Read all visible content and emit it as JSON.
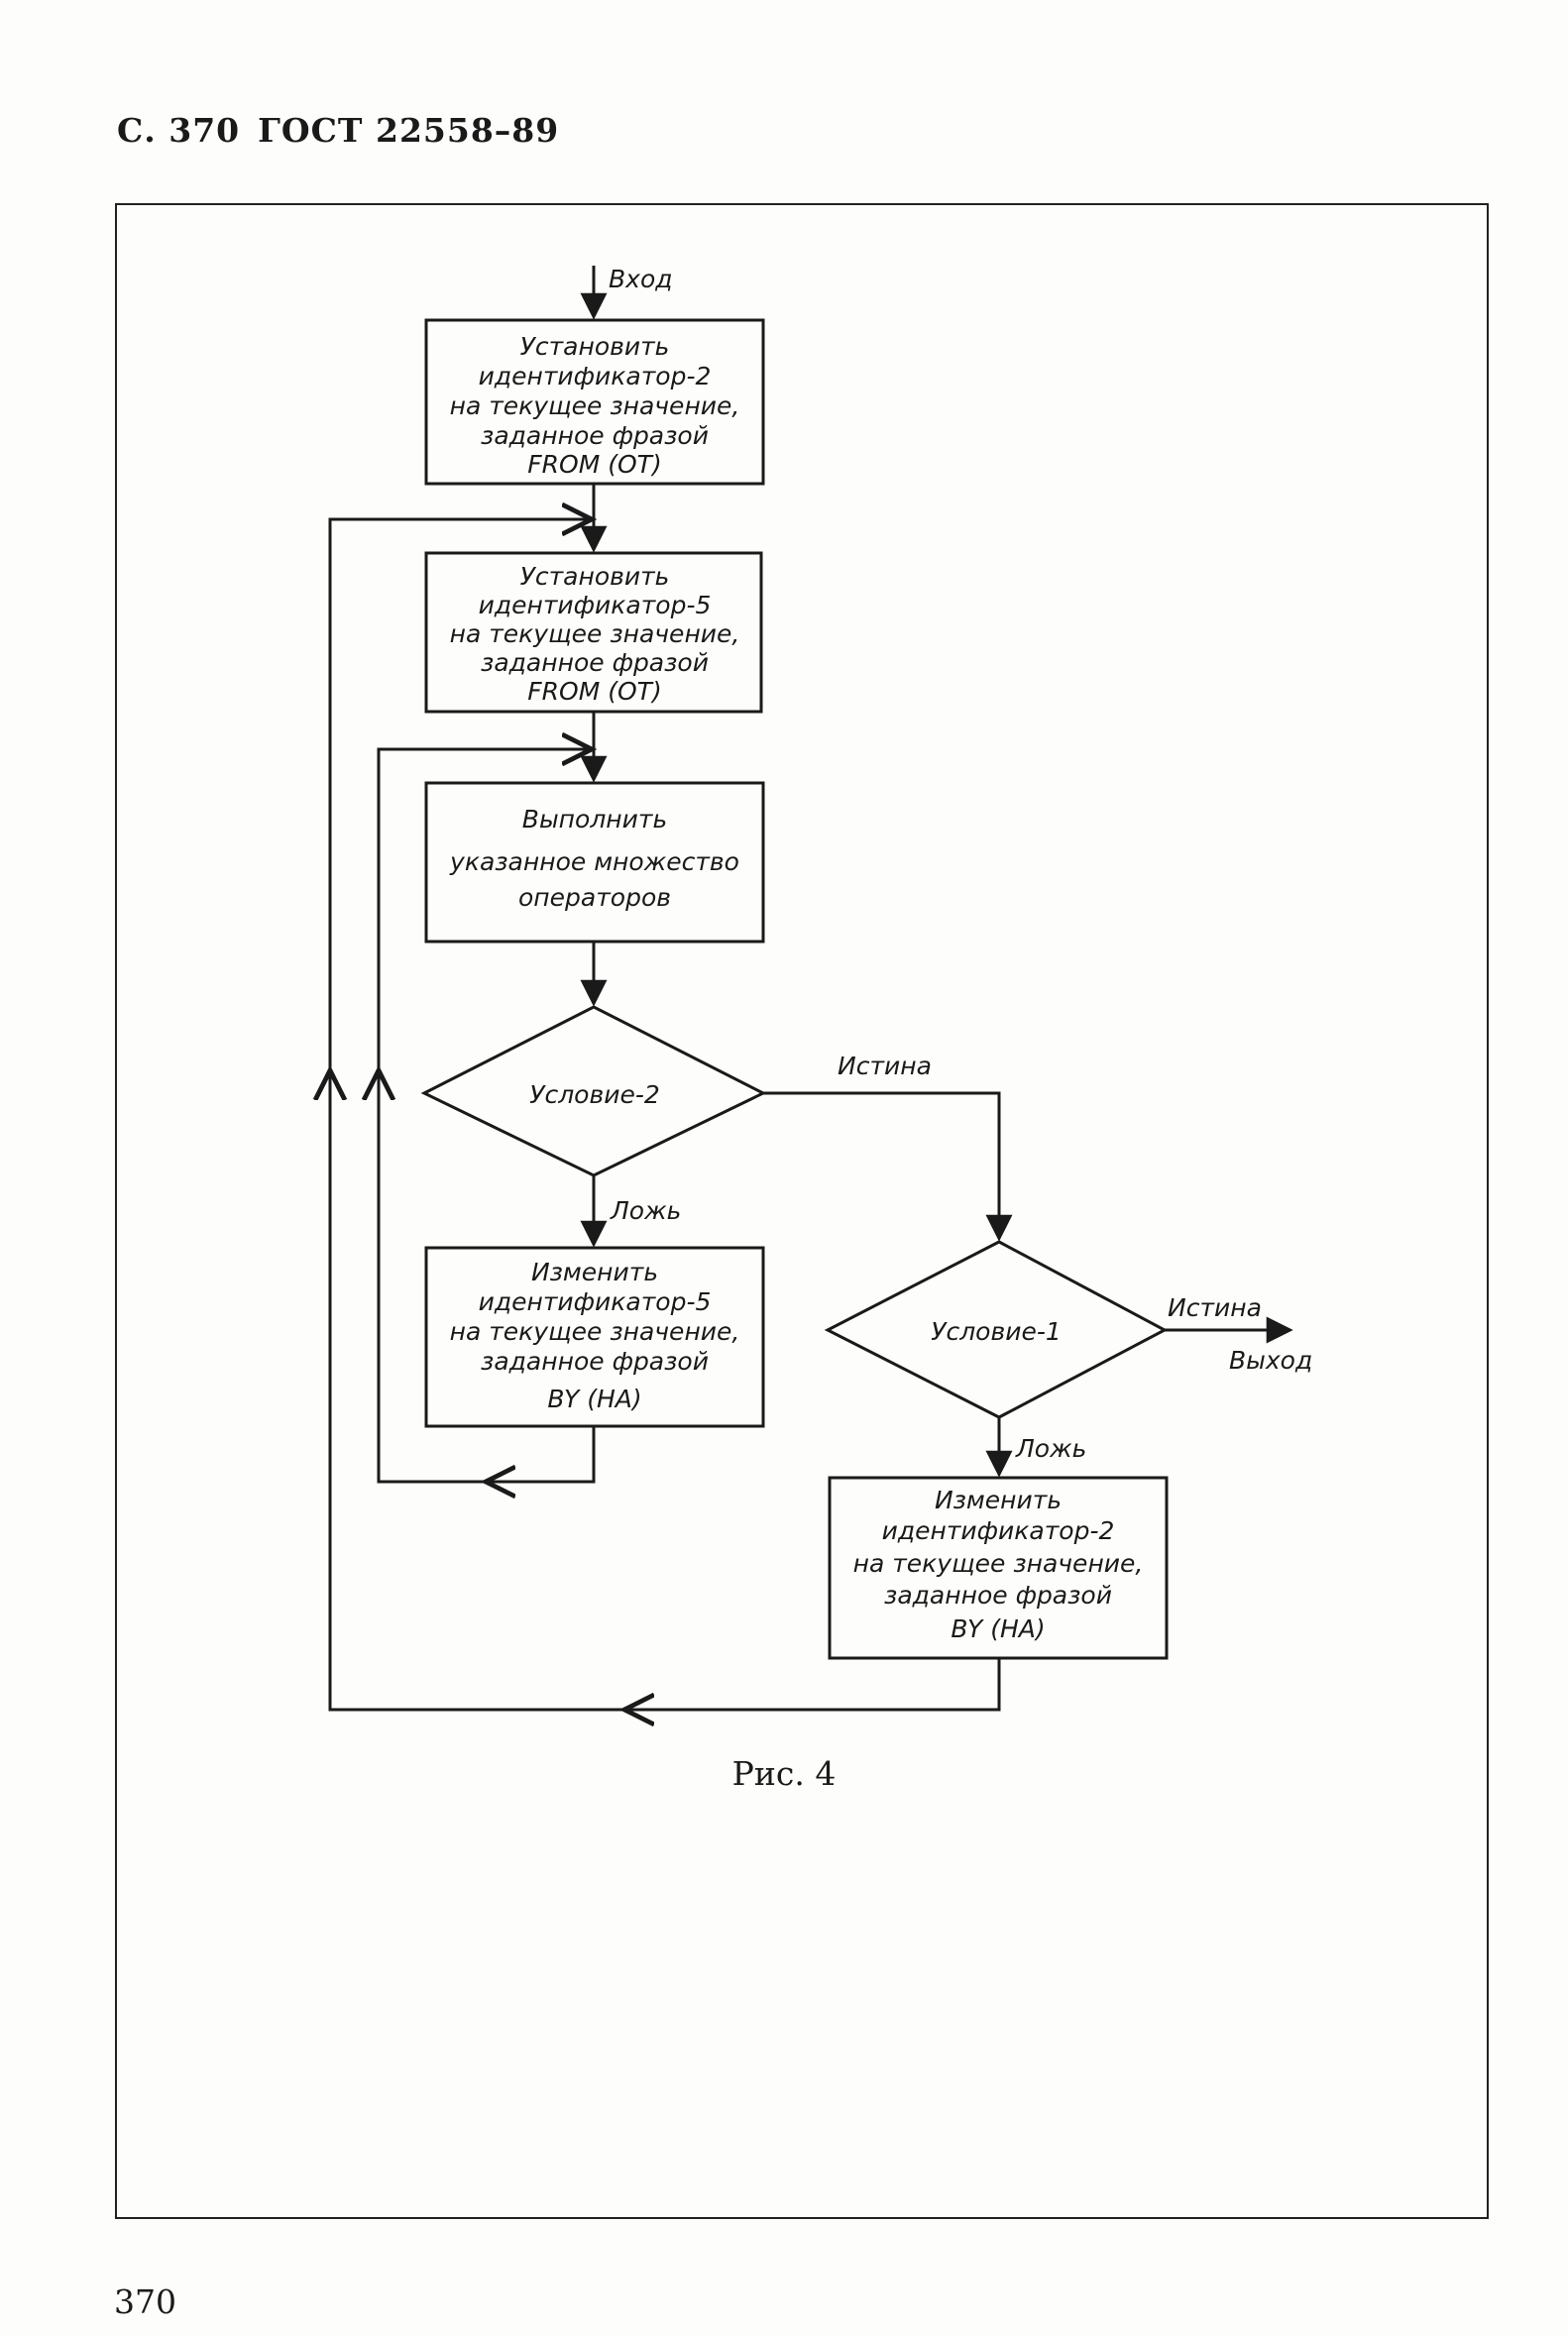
{
  "header": {
    "page": "С. 370",
    "standard": "ГОСТ 22558–89"
  },
  "flowchart": {
    "entry": "Вход",
    "box1": [
      "Установить",
      "идентификатор-2",
      "на текущее значение,",
      "заданное фразой",
      "FROM (ОТ)"
    ],
    "box2": [
      "Установить",
      "идентификатор-5",
      "на текущее значение,",
      "заданное фразой",
      "FROM (ОТ)"
    ],
    "box3": [
      "Выполнить",
      "указанное множество",
      "операторов"
    ],
    "cond2": "Условие-2",
    "cond2_true": "Истина",
    "cond2_false": "Ложь",
    "box4": [
      "Изменить",
      "идентификатор-5",
      "на текущее значение,",
      "заданное фразой",
      "BY (НА)"
    ],
    "cond1": "Условие-1",
    "cond1_true": "Истина",
    "exit": "Выход",
    "cond1_false": "Ложь",
    "box5": [
      "Изменить",
      "идентификатор-2",
      "на текущее значение,",
      "заданное фразой",
      "BY (НА)"
    ]
  },
  "caption": "Рис. 4",
  "page_number": "370"
}
